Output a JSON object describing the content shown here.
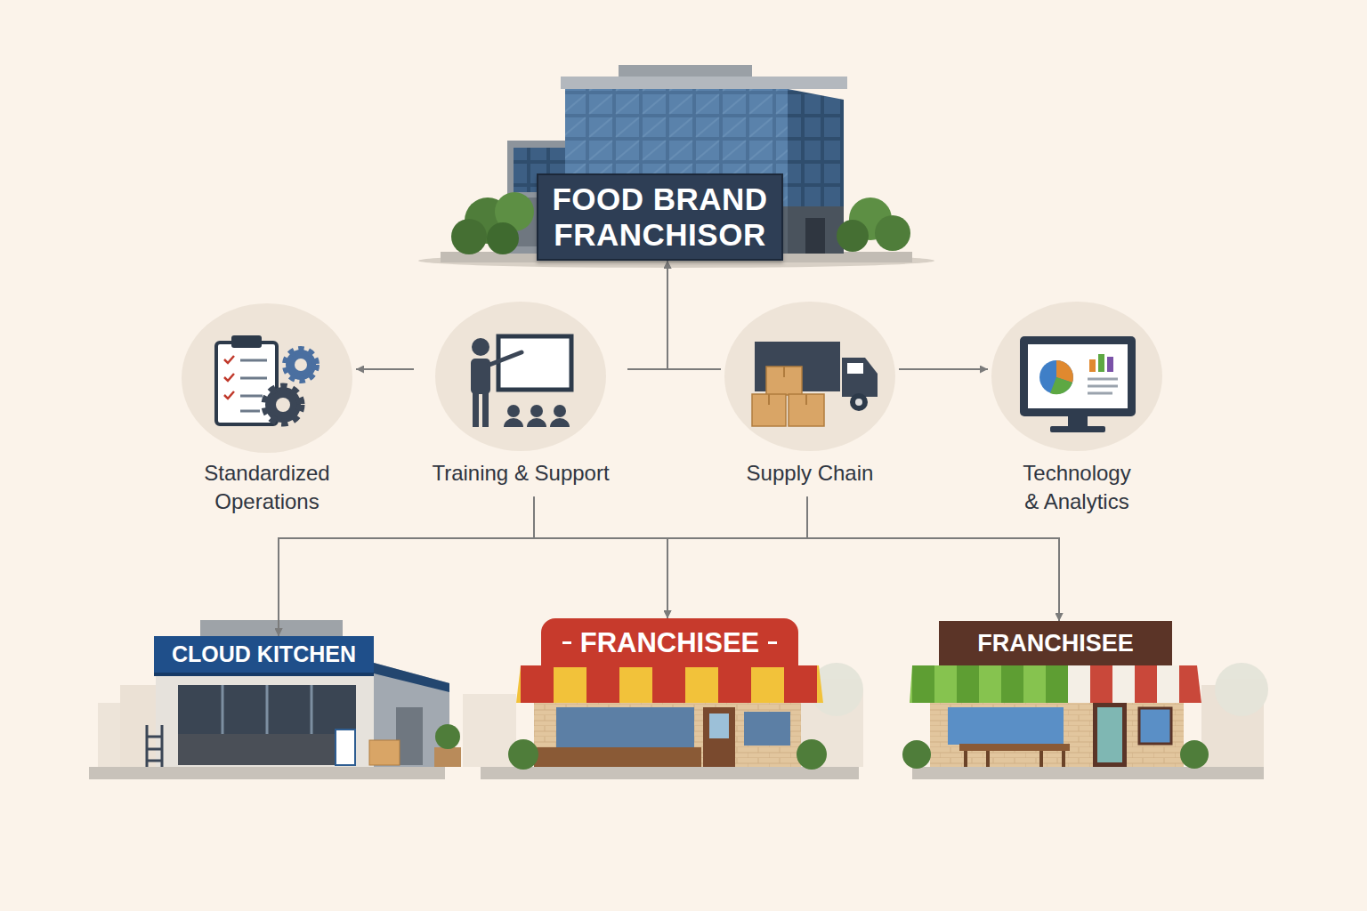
{
  "diagram": {
    "nodes": [
      {
        "text": [
          "FOOD BRAND FRANCHISOR"
        ]
      },
      {
        "text": [
          "Standardized Operations"
        ]
      },
      {
        "text": [
          "Training & Support"
        ]
      },
      {
        "text": [
          "Supply Chain"
        ]
      },
      {
        "text": [
          "Technology & Analytics"
        ]
      },
      {
        "text": [
          "CLOUD KITCHEN"
        ]
      },
      {
        "text": [
          "FRANCHISEE"
        ]
      },
      {
        "text": [
          "FRANCHISEE"
        ]
      }
    ],
    "edges": [
      {
        "from": 2,
        "to": 1,
        "arrow": "to"
      },
      {
        "from": 2,
        "to": 0,
        "arrow": "to"
      },
      {
        "from": 3,
        "to": 0,
        "arrow": "to"
      },
      {
        "from": 3,
        "to": 4,
        "arrow": "to"
      },
      {
        "from": 2,
        "to": 5,
        "arrow": "to"
      },
      {
        "from": 2,
        "to": 6,
        "arrow": "to"
      },
      {
        "from": 2,
        "to": 7,
        "arrow": "to"
      },
      {
        "from": 3,
        "to": 5,
        "arrow": "to"
      },
      {
        "from": 3,
        "to": 6,
        "arrow": "to"
      },
      {
        "from": 3,
        "to": 7,
        "arrow": "to"
      }
    ]
  }
}
